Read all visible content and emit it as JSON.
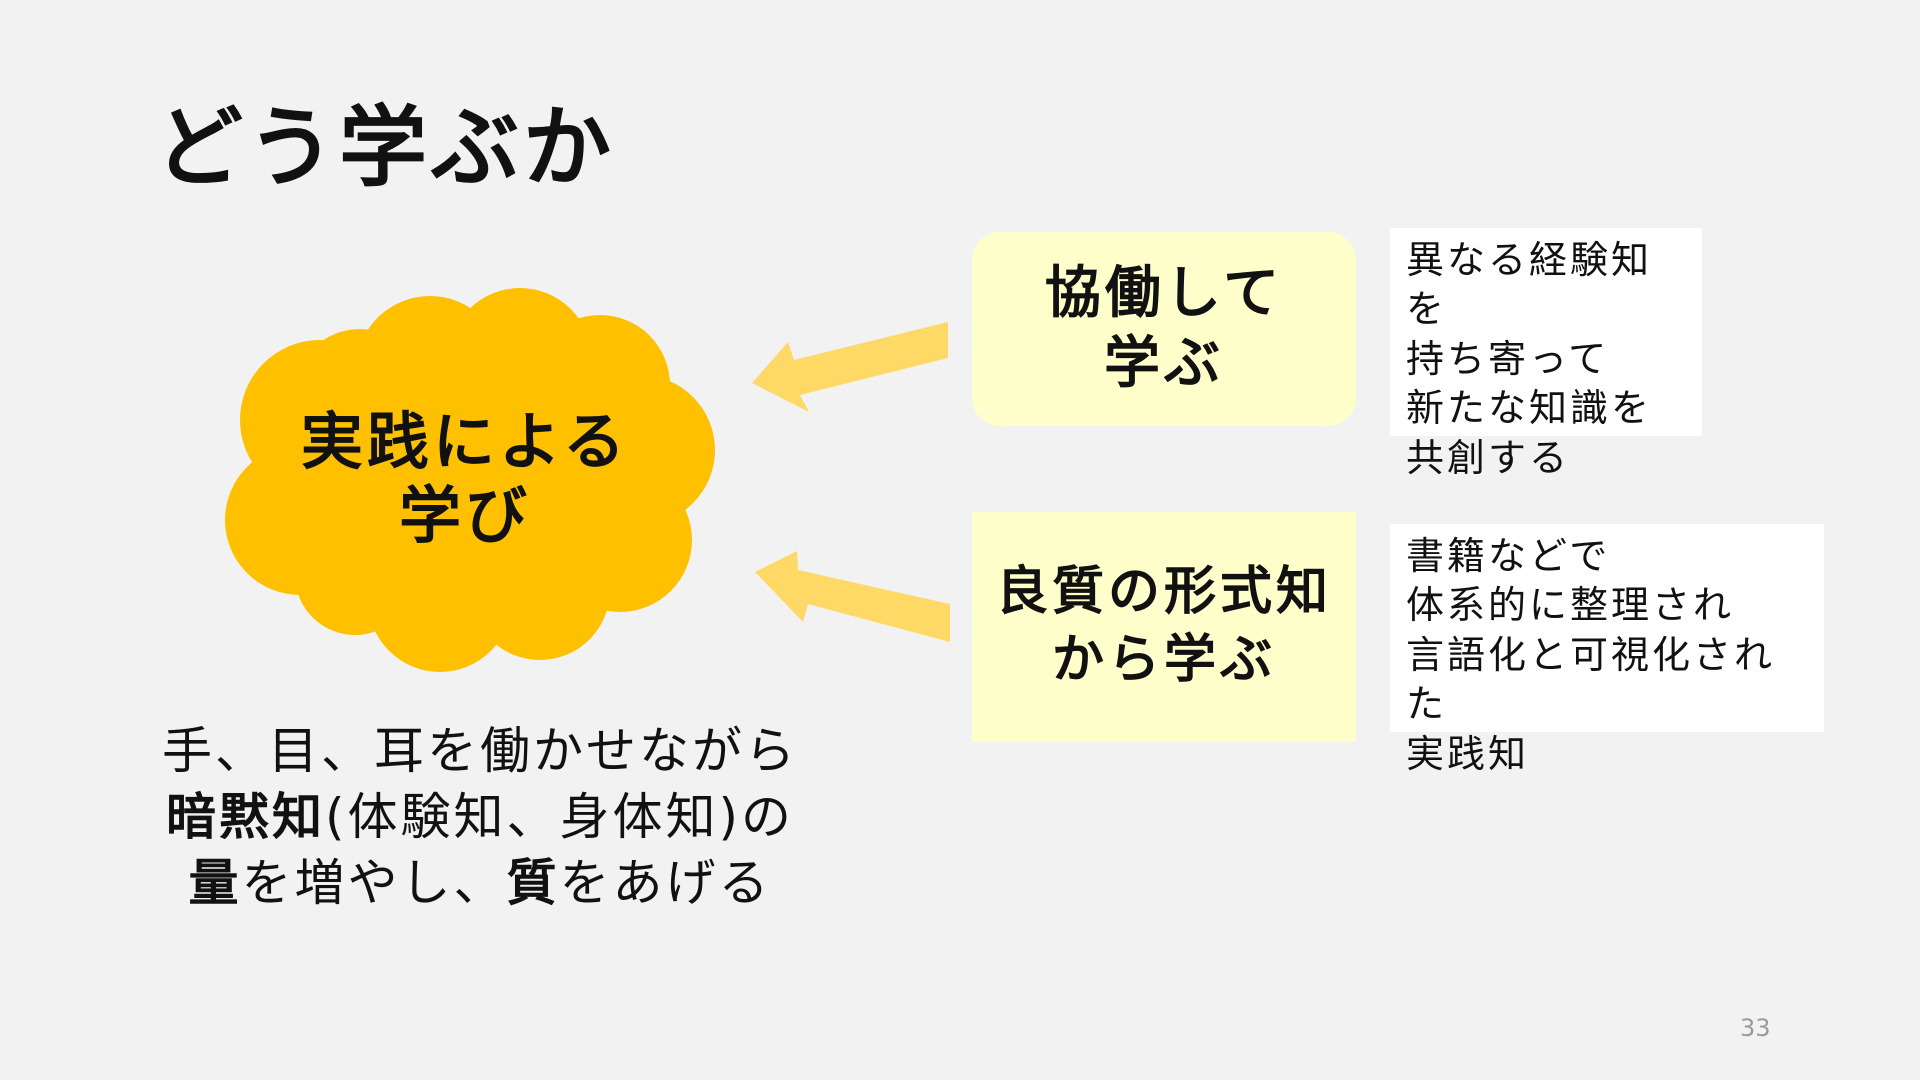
{
  "slide": {
    "title": "どう学ぶか",
    "cloud_label_1": "実践による",
    "cloud_label_2": "学び",
    "box_collab": {
      "line1": "協働して",
      "line2": "学ぶ"
    },
    "box_formal": {
      "line1": "良質の形式知",
      "line2": "から学ぶ"
    },
    "note_collab": [
      "異なる経験知を",
      "持ち寄って",
      "新たな知識を",
      "共創する"
    ],
    "note_formal": [
      "書籍などで",
      "体系的に整理され",
      "言語化と可視化された",
      "実践知"
    ],
    "bottom": {
      "line1": "手、目、耳を働かせながら",
      "line2_bold": "暗黙知",
      "line2_rest": "(体験知、身体知)の",
      "line3_bold1": "量",
      "line3_mid": "を増やし、",
      "line3_bold2": "質",
      "line3_end": "をあげる"
    },
    "page_number": "33"
  },
  "colors": {
    "background": "#f2f2f2",
    "cloud": "#ffc000",
    "arrow": "#ffd966",
    "box": "#ffffcc",
    "note": "#ffffff"
  }
}
